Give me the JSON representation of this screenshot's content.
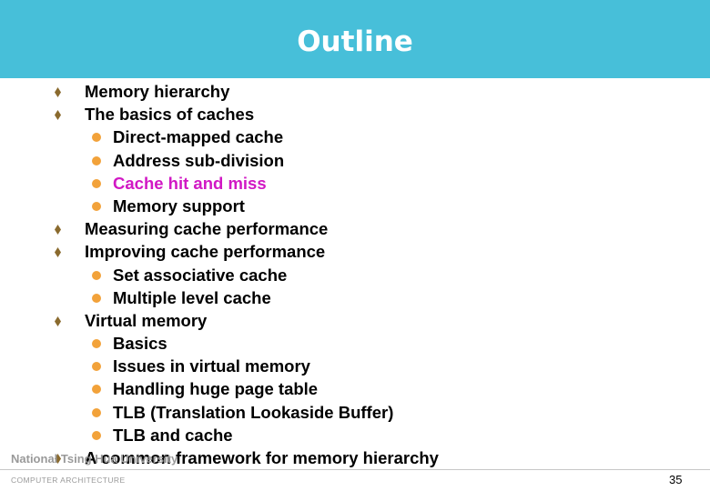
{
  "slide": {
    "title": "Outline",
    "items": [
      {
        "level": 1,
        "text": "Memory hierarchy"
      },
      {
        "level": 1,
        "text": "The basics of caches"
      },
      {
        "level": 2,
        "text": "Direct-mapped cache"
      },
      {
        "level": 2,
        "text": "Address sub-division"
      },
      {
        "level": 2,
        "text": "Cache hit and miss",
        "highlight": true
      },
      {
        "level": 2,
        "text": "Memory support"
      },
      {
        "level": 1,
        "text": "Measuring cache performance"
      },
      {
        "level": 1,
        "text": "Improving cache performance"
      },
      {
        "level": 2,
        "text": "Set associative cache"
      },
      {
        "level": 2,
        "text": "Multiple level cache"
      },
      {
        "level": 1,
        "text": "Virtual memory"
      },
      {
        "level": 2,
        "text": "Basics"
      },
      {
        "level": 2,
        "text": "Issues in virtual memory"
      },
      {
        "level": 2,
        "text": "Handling huge page table"
      },
      {
        "level": 2,
        "text": "TLB (Translation Lookaside Buffer)"
      },
      {
        "level": 2,
        "text": "TLB and cache"
      },
      {
        "level": 1,
        "text": "A common framework for memory hierarchy"
      }
    ]
  },
  "footer": {
    "organization": "National Tsing Hua University",
    "department": "COMPUTER ARCHITECTURE",
    "page_number": "35"
  },
  "colors": {
    "header": "#47bfd9",
    "level1_bullet": "#8a6a2e",
    "level2_bullet": "#f2a23a",
    "highlight_text": "#d118c4"
  }
}
